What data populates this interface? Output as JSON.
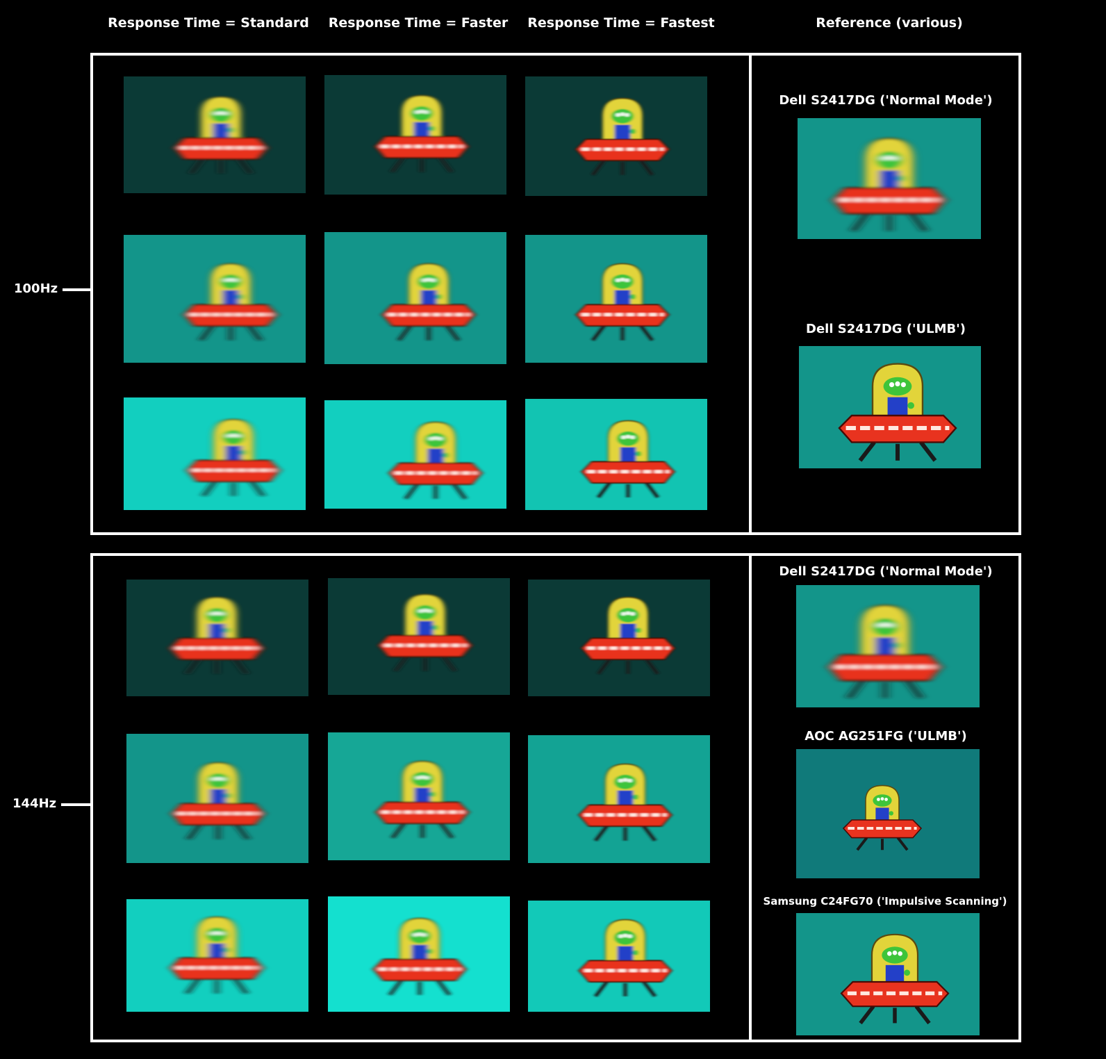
{
  "columns": [
    "Response Time = Standard",
    "Response Time = Faster",
    "Response Time = Fastest",
    "Reference (various)"
  ],
  "rows": [
    "100Hz",
    "144Hz"
  ],
  "references_100hz": [
    "Dell S2417DG ('Normal Mode')",
    "Dell S2417DG ('ULMB')"
  ],
  "references_144hz": [
    "Dell S2417DG ('Normal Mode')",
    "AOC AG251FG ('ULMB')",
    "Samsung C24FG70 ('Impulsive Scanning')"
  ],
  "colors": {
    "background": "#000000",
    "frame": "#ffffff",
    "bg_dark": "#0b3a36",
    "bg_mid": "#13958a",
    "bg_light": "#12cfbf",
    "ufo_red": "#e8331f",
    "dome_yellow": "#e2d43a",
    "alien_green": "#3ec43a",
    "alien_blue": "#2340c8"
  }
}
